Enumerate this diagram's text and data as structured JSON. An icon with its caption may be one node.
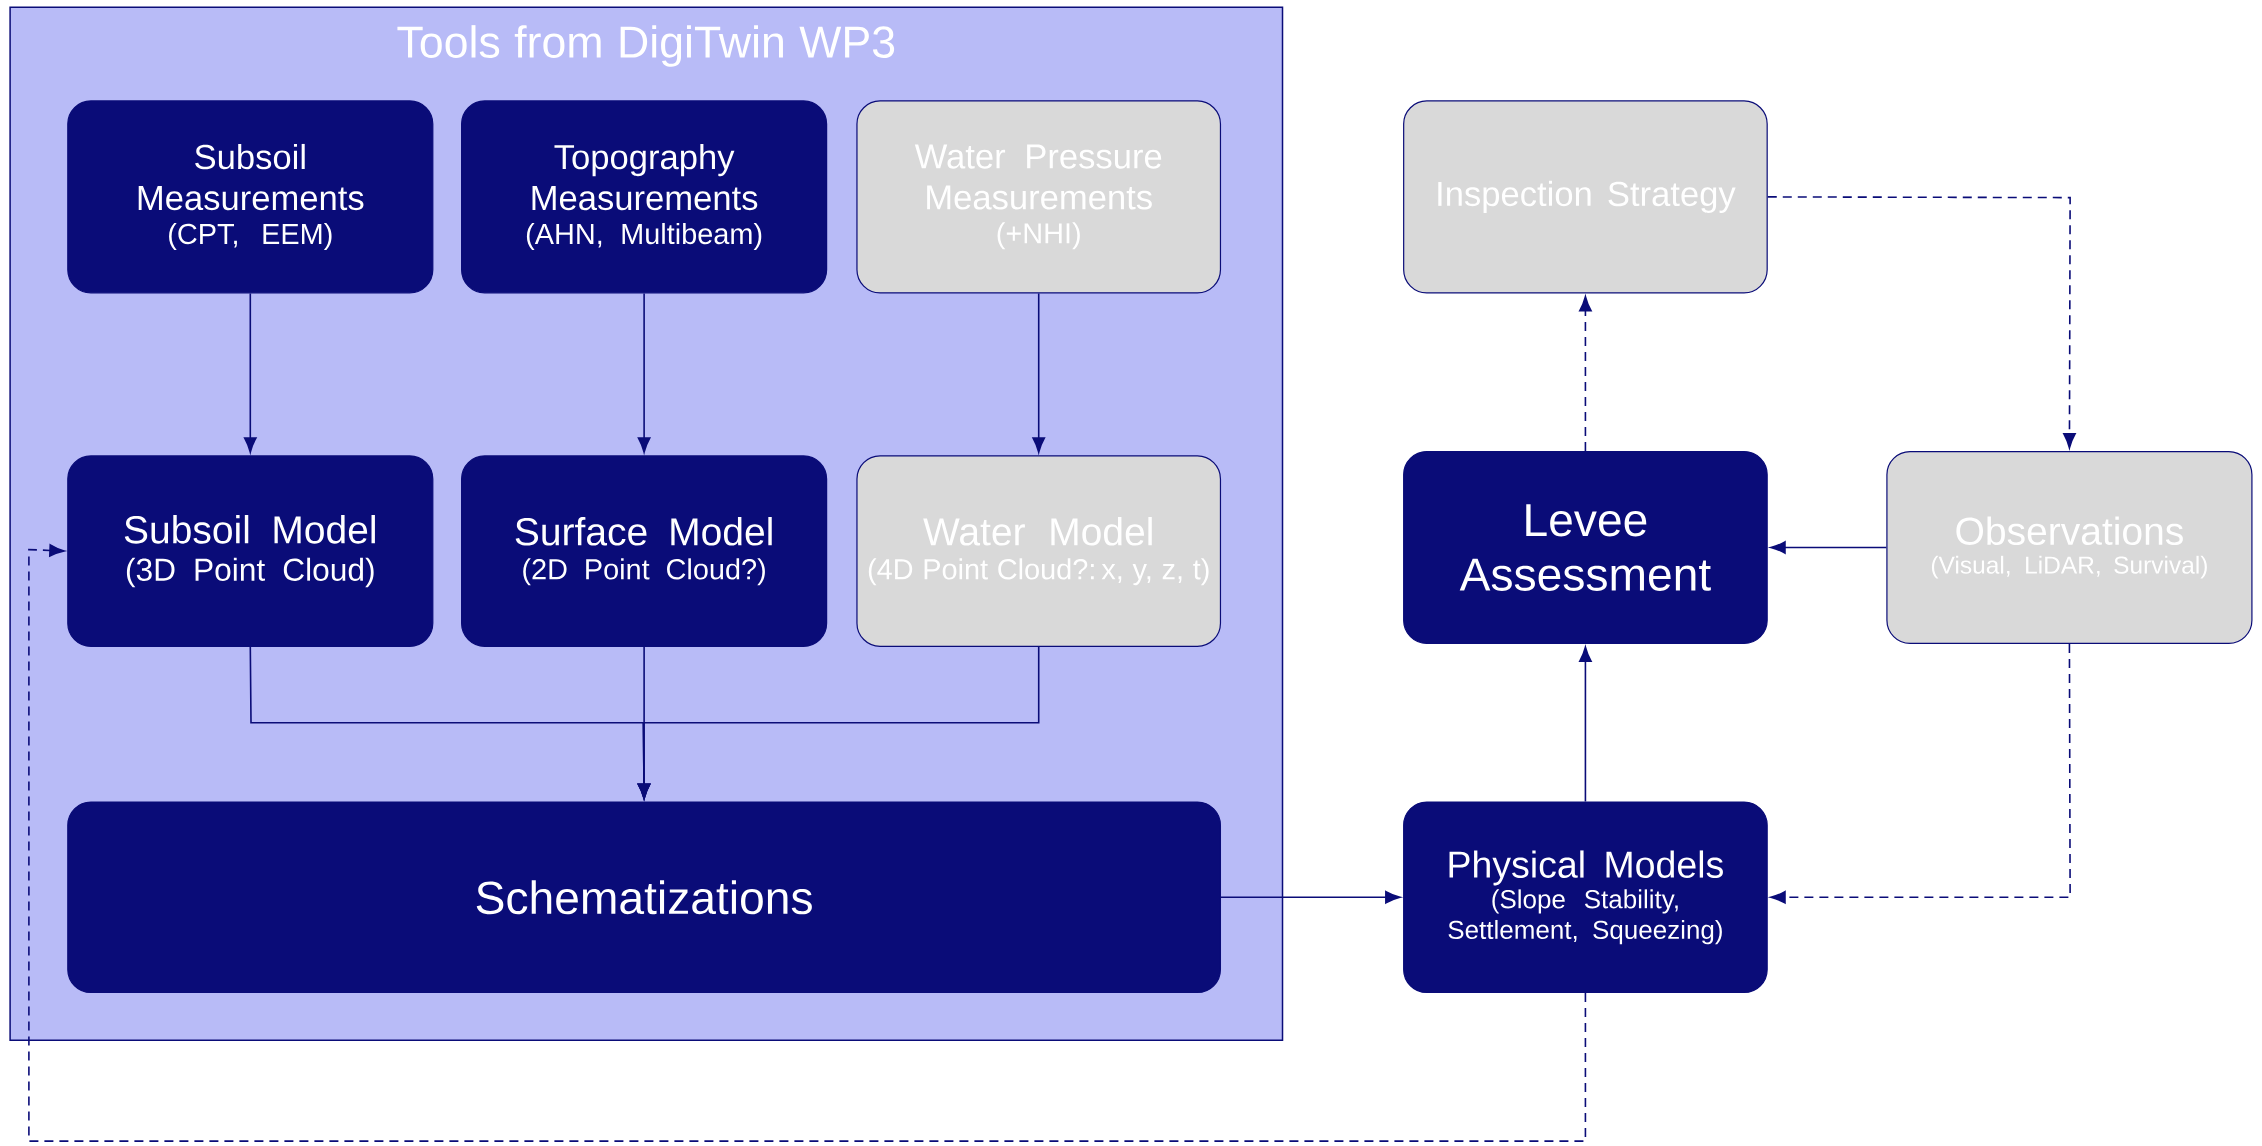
{
  "diagram": {
    "nodes": [
      {
        "text": [
          "Tools from DigiTwin WP3"
        ]
      },
      {
        "text": [
          "Subsoil Measurements",
          "(CPT, EEM)"
        ],
        "in": 0
      },
      {
        "text": [
          "Topography Measurements",
          "(AHN, Multibeam)"
        ],
        "in": 0
      },
      {
        "text": [
          "Water Pressure Measurements",
          "(+NHI)"
        ],
        "in": 0
      },
      {
        "text": [
          "Subsoil Model",
          "(3D Point Cloud)"
        ],
        "in": 0
      },
      {
        "text": [
          "Surface Model",
          "(2D Point Cloud?)"
        ],
        "in": 0
      },
      {
        "text": [
          "Water Model",
          "(4D Point Cloud?: x, y, z, t)"
        ],
        "in": 0
      },
      {
        "text": [
          "Schematizations"
        ],
        "in": 0
      },
      {
        "text": [
          "Inspection Strategy"
        ]
      },
      {
        "text": [
          "Levee Assessment"
        ]
      },
      {
        "text": [
          "Observations",
          "(Visual, LiDAR, Survival)"
        ]
      },
      {
        "text": [
          "Physical Models",
          "(Slope Stability, Settlement, Squeezing)"
        ]
      }
    ],
    "edges": [
      {
        "from": 1,
        "to": 4,
        "arrow": "to"
      },
      {
        "from": 2,
        "to": 5,
        "arrow": "to"
      },
      {
        "from": 3,
        "to": 6,
        "arrow": "to"
      },
      {
        "from": 4,
        "to": 7,
        "arrow": "to"
      },
      {
        "from": 5,
        "to": 7,
        "arrow": "to"
      },
      {
        "from": 6,
        "to": 7,
        "arrow": "to"
      },
      {
        "from": 7,
        "to": 11,
        "arrow": "to"
      },
      {
        "from": 11,
        "to": 9,
        "arrow": "to"
      },
      {
        "from": 10,
        "to": 9,
        "arrow": "to"
      },
      {
        "from": 9,
        "to": 8,
        "arrow": "to",
        "style": "dashed"
      },
      {
        "from": 8,
        "to": 10,
        "arrow": "to",
        "style": "dashed"
      },
      {
        "from": 10,
        "to": 11,
        "arrow": "to",
        "style": "dashed"
      },
      {
        "from": 11,
        "to": 4,
        "arrow": "to",
        "style": "dashed"
      }
    ]
  }
}
